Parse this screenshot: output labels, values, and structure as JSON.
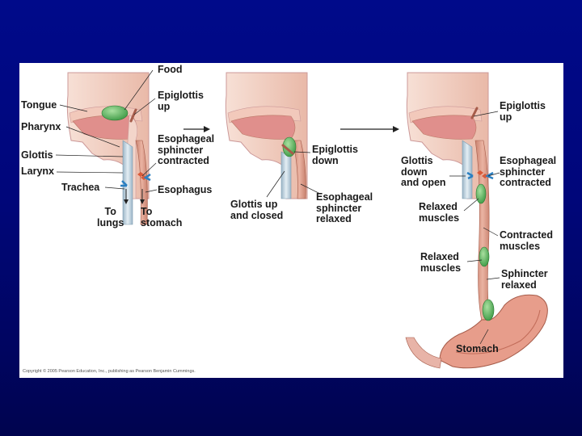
{
  "labels": {
    "food": "Food",
    "tongue": "Tongue",
    "epiglottis_up_1": "Epiglottis\nup",
    "pharynx": "Pharynx",
    "esophageal_sphincter_contracted_1": "Esophageal\nsphincter\ncontracted",
    "glottis": "Glottis",
    "larynx": "Larynx",
    "trachea": "Trachea",
    "esophagus": "Esophagus",
    "to_lungs": "To\nlungs",
    "to_stomach": "To\nstomach",
    "epiglottis_down": "Epiglottis\ndown",
    "glottis_up_closed": "Glottis up\nand closed",
    "esophageal_sphincter_relaxed": "Esophageal\nsphincter\nrelaxed",
    "epiglottis_up_3": "Epiglottis\nup",
    "glottis_down_open": "Glottis\ndown\nand open",
    "esophageal_sphincter_contracted_3": "Esophageal\nsphincter\ncontracted",
    "relaxed_muscles_1": "Relaxed\nmuscles",
    "contracted_muscles": "Contracted\nmuscles",
    "relaxed_muscles_2": "Relaxed\nmuscles",
    "sphincter_relaxed": "Sphincter\nrelaxed",
    "stomach": "Stomach"
  },
  "copyright": "Copyright © 2005 Pearson Education, Inc., publishing as Pearson Benjamin Cummings.",
  "colors": {
    "background_top": "#000a8a",
    "panel": "#ffffff",
    "food_bolus": "#5cb85c",
    "tissue": "#e8b4a8",
    "muscle": "#d9826e",
    "arrow": "#2a7fc1"
  }
}
